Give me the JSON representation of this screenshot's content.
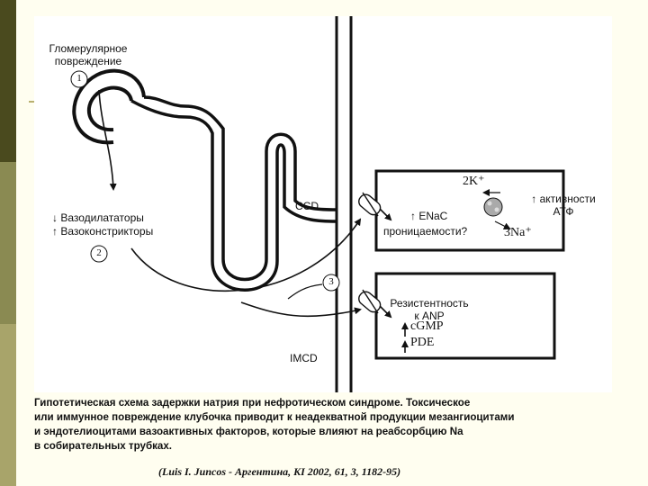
{
  "colors": {
    "sidebar_top": "#4a4a1e",
    "sidebar_mid": "#8a8a52",
    "sidebar_bottom": "#a8a46a",
    "page_background": "#fffef0",
    "figure_background": "#ffffff",
    "line": "#111111"
  },
  "diagram": {
    "glomerular_label": "Гломерулярное\nповреждение",
    "marker_1": "1",
    "vasodilators": "↓ Вазодилататоры",
    "vasoconstrictors": "↑ Вазоконстрикторы",
    "marker_2": "2",
    "ccd": "CCD",
    "marker_3": "3",
    "imcd": "IMCD",
    "k_ion": "2K⁺",
    "na_ion": "3Na⁺",
    "enac": "↑ ENaC",
    "permeability": "проницаемости?",
    "atpase": "↑ активности\nАТФ",
    "anp_resistance": "Резистентность\nк ANP",
    "cgmp": "cGMP",
    "pde": "PDE"
  },
  "caption": {
    "line1": "Гипотетическая схема задержки натрия при нефротическом синдроме. Токсическое",
    "line2": "или иммунное повреждение клубочка приводит к неадекватной продукции мезангиоцитами",
    "line3": "и эндотелиоцитами вазоактивных факторов, которые влияют на реабсорбцию Na",
    "line4": "в собирательных трубках.",
    "citation": "(Luis I. Juncos - Аргентина, KI 2002, 61, 3, 1182-95)"
  }
}
